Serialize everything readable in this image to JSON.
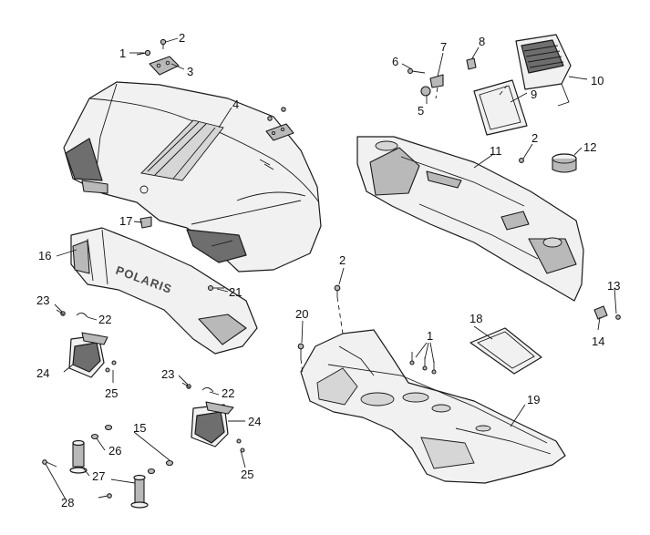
{
  "diagram": {
    "callouts": {
      "c1a": "1",
      "c2a": "2",
      "c3": "3",
      "c4": "4",
      "c5": "5",
      "c6": "6",
      "c7": "7",
      "c8": "8",
      "c9": "9",
      "c10": "10",
      "c11": "11",
      "c2b": "2",
      "c12": "12",
      "c13": "13",
      "c14": "14",
      "c16": "16",
      "c17": "17",
      "c2c": "2",
      "c21": "21",
      "c23a": "23",
      "c22a": "22",
      "c24a": "24",
      "c25a": "25",
      "c20": "20",
      "c18": "18",
      "c1b": "1",
      "c19": "19",
      "c23b": "23",
      "c22b": "22",
      "c24b": "24",
      "c15": "15",
      "c26": "26",
      "c25b": "25",
      "c27": "27",
      "c28": "28"
    },
    "brand_text": "POLARIS"
  }
}
